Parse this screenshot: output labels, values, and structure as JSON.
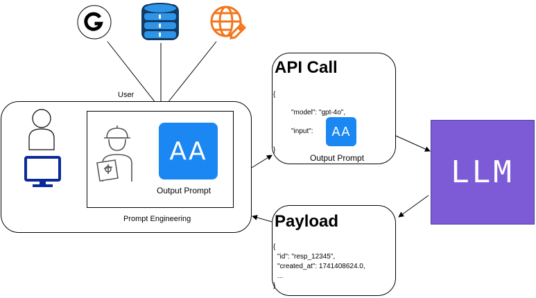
{
  "icons": {
    "google": "google-icon",
    "database": "database-icon",
    "web": "web-icon"
  },
  "user_group": {
    "label": "User",
    "caption": "Prompt Engineering",
    "output_prompt": "Output Prompt",
    "tile_text": "AA"
  },
  "api_call": {
    "title": "API Call",
    "lines": [
      "{",
      "\"model\": \"gpt-4o\",",
      "\"input\":",
      "}"
    ],
    "output_prompt": "Output Prompt",
    "tile_text": "AA"
  },
  "llm": {
    "label": "LLM"
  },
  "payload": {
    "title": "Payload",
    "lines": [
      "{",
      "\"id\": \"resp_12345\",",
      "\"created_at\": 1741408624.0,",
      "...",
      "}"
    ]
  },
  "colors": {
    "accent_blue": "#1a87f2",
    "llm_purple": "#7d5bd6",
    "monitor_blue": "#0a2a9c",
    "web_orange": "#f4751a",
    "db_blue": "#1e7fd0"
  }
}
